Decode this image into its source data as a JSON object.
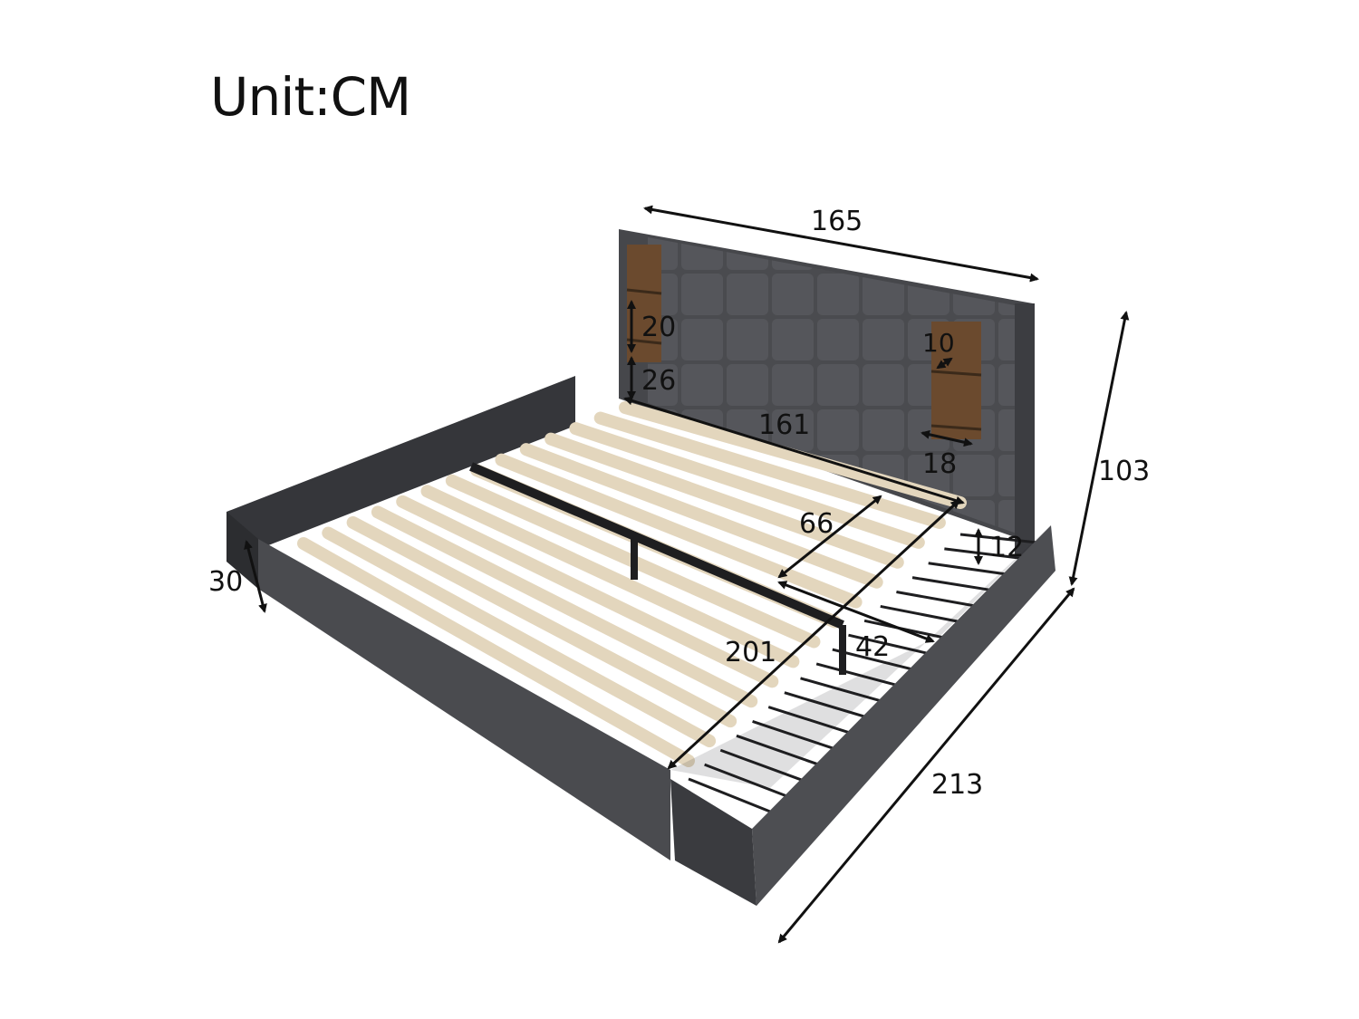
{
  "unit_label": "Unit:CM",
  "dimensions": {
    "headboard_width": "165",
    "total_height": "103",
    "inner_width": "161",
    "shelf_height": "20",
    "shelf_gap": "26",
    "shelf_depth": "10",
    "shelf_width": "18",
    "side_rail_height": "30",
    "drawer_width": "66",
    "drawer_height": "12",
    "drawer_depth": "42",
    "inner_length": "201",
    "total_length": "213"
  },
  "colors": {
    "fabric": "#4a4b4f",
    "fabric_dark": "#35363a",
    "slat": "#e3d6bd",
    "metal": "#1e1e20",
    "wood_shelf": "#6b4a2e",
    "text": "#111111"
  }
}
